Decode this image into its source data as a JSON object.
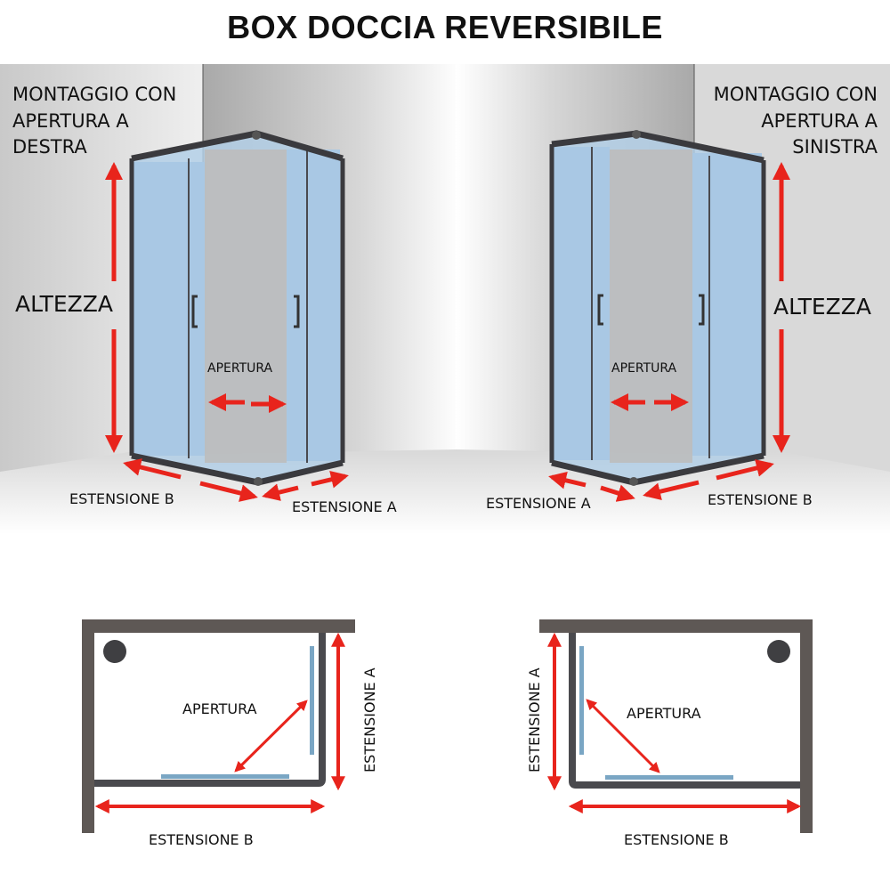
{
  "title": "BOX DOCCIA REVERSIBILE",
  "colors": {
    "arrow": "#e8241c",
    "glass": "#a9c8e4",
    "frame": "#3a3a3e",
    "wall_plan": "#5e5855",
    "glass_plan": "#7aa6c4",
    "drain": "#3f3f42"
  },
  "left_3d": {
    "mount_label_lines": [
      "MONTAGGIO CON",
      "APERTURA A",
      "DESTRA"
    ],
    "height_label": "ALTEZZA",
    "opening_label": "APERTURA",
    "ext_b_label": "ESTENSIONE B",
    "ext_a_label": "ESTENSIONE A"
  },
  "right_3d": {
    "mount_label_lines": [
      "MONTAGGIO CON",
      "APERTURA A",
      "SINISTRA"
    ],
    "height_label": "ALTEZZA",
    "opening_label": "APERTURA",
    "ext_a_label": "ESTENSIONE A",
    "ext_b_label": "ESTENSIONE B"
  },
  "left_plan": {
    "opening_label": "APERTURA",
    "ext_a_label": "ESTENSIONE A",
    "ext_b_label": "ESTENSIONE B"
  },
  "right_plan": {
    "opening_label": "APERTURA",
    "ext_a_label": "ESTENSIONE A",
    "ext_b_label": "ESTENSIONE B"
  }
}
